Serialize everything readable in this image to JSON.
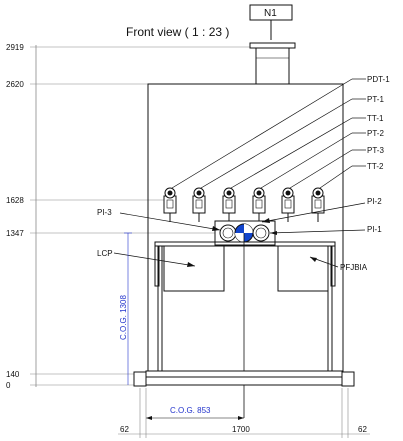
{
  "view_title": "Front view ( 1 : 23 )",
  "nozzle_label": "N1",
  "elevations": [
    "2919",
    "2620",
    "1628",
    "1347",
    "140",
    "0"
  ],
  "tag_labels": [
    "PDT-1",
    "PT-1",
    "TT-1",
    "PT-2",
    "PT-3",
    "TT-2"
  ],
  "pi_labels": {
    "left": "PI-3",
    "right_top": "PI-2",
    "right": "PI-1"
  },
  "lcp_label": "LCP",
  "pfjbia_label": "PFJBIA",
  "cog_vertical": "C.O.G. 1308",
  "cog_horizontal": "C.O.G. 853",
  "bottom_dims": {
    "left": "62",
    "middle": "1700",
    "right": "62"
  },
  "colors": {
    "line": "#111111",
    "cog_text": "#2233cc",
    "marker": "#1144cc"
  }
}
